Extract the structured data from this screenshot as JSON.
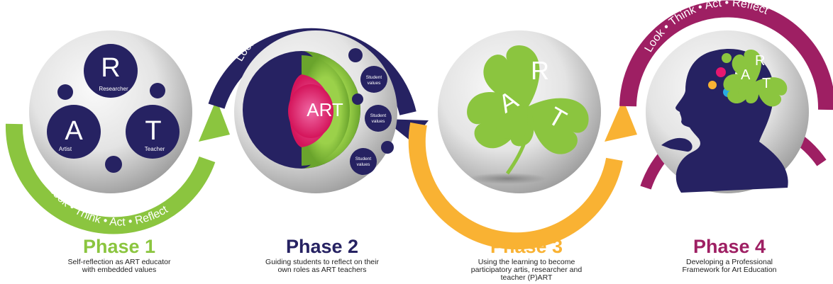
{
  "colors": {
    "phase1": "#8bc53f",
    "phase2": "#262262",
    "phase3": "#f9b233",
    "phase4": "#9e1f63",
    "navy": "#262262",
    "green": "#8bc53f",
    "pink": "#e6176f",
    "sphere_light": "#f4f4f4",
    "sphere_dark": "#9d9d9d"
  },
  "arc_label": {
    "look": "Look",
    "think": "Think",
    "act": "Act",
    "reflect": "Reflect",
    "sep": "•"
  },
  "phase1": {
    "title": "Phase 1",
    "description": "Self-reflection as ART educator\nwith embedded values",
    "circles": {
      "r_letter": "R",
      "r_role": "Researcher",
      "a_letter": "A",
      "a_role": "Artist",
      "t_letter": "T",
      "t_role": "Teacher"
    }
  },
  "phase2": {
    "title": "Phase 2",
    "description": "Guiding students to reflect on their\nown roles as ART teachers",
    "core_text": "ART",
    "student_values": [
      "Student\nvalues",
      "Student\nvalues",
      "Student\nvalues"
    ]
  },
  "phase3": {
    "title": "Phase 3",
    "description": "Using the learning to become\nparticipatory artis, researcher and\nteacher (P)ART",
    "clover_letters": [
      "A",
      "R",
      "T"
    ]
  },
  "phase4": {
    "title": "Phase 4",
    "description": "Developing a Professional\nFramework for Art Education",
    "clover_letters": [
      "A",
      "R",
      "T"
    ]
  }
}
